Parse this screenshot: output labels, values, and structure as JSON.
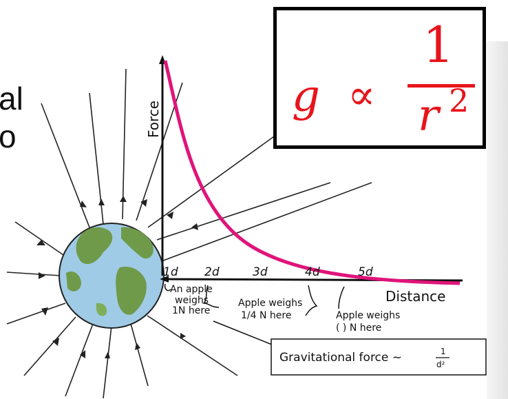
{
  "left_text": {
    "line1": "al",
    "line2": "o"
  },
  "formula": {
    "variable": "g",
    "relation": "∝",
    "numerator": "1",
    "denominator_base": "r",
    "exponent": "2"
  },
  "axes": {
    "y_label": "Force",
    "x_label": "Distance"
  },
  "distance_ticks": [
    "1d",
    "2d",
    "3d",
    "4d",
    "5d"
  ],
  "annotations": {
    "apple_1": [
      "An apple",
      "weighs",
      "1N here"
    ],
    "apple_2": [
      "Apple weighs",
      "1/4 N here"
    ],
    "apple_3": [
      "Apple weighs",
      "(   ) N here"
    ]
  },
  "caption": {
    "text": "Gravitational force ~",
    "frac_numerator": "1",
    "frac_denominator": "d²"
  },
  "colors": {
    "curve": "#e0147a",
    "formula": "#e8141b",
    "earth_land": "#6f9a4a",
    "earth_ocean": "#9fcbe6"
  }
}
